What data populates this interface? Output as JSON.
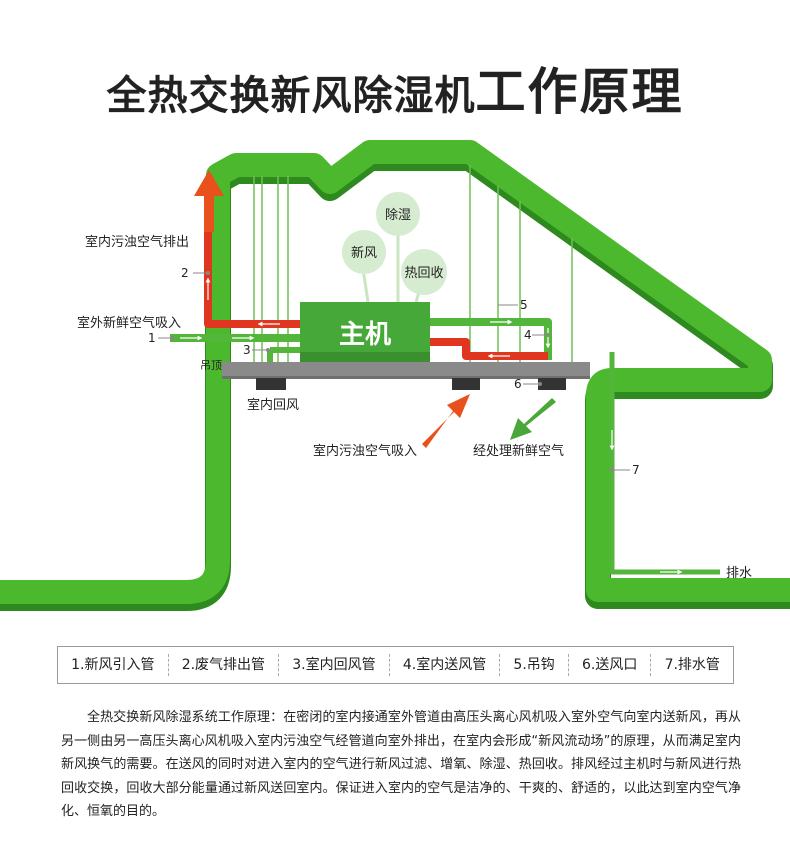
{
  "title": {
    "part1": "全热交换新风除湿机",
    "part2": "工作原理"
  },
  "colors": {
    "house_green": "#4cb82e",
    "house_dark": "#2e8a1f",
    "duct_green": "#53b53a",
    "duct_red": "#e0351e",
    "arrow_orange": "#e8501c",
    "arrow_green": "#4aa83a",
    "ceiling": "#8a8a8a"
  },
  "host": {
    "label": "主机"
  },
  "functions": {
    "dehumidify": "除湿",
    "fresh_air": "新风",
    "heat_recovery": "热回收"
  },
  "labels": {
    "indoor_exhaust": "室内污浊空气排出",
    "outdoor_intake": "室外新鲜空气吸入",
    "ceiling": "吊顶",
    "indoor_return": "室内回风",
    "indoor_dirty_intake": "室内污浊空气吸入",
    "treated_fresh_air": "经处理新鲜空气",
    "drain": "排水"
  },
  "markers": [
    "1",
    "2",
    "3",
    "4",
    "5",
    "6",
    "7"
  ],
  "legend": [
    "1.新风引入管",
    "2.废气排出管",
    "3.室内回风管",
    "4.室内送风管",
    "5.吊钩",
    "6.送风口",
    "7.排水管"
  ],
  "description": "全热交换新风除湿系统工作原理：在密闭的室内接通室外管道由高压头离心风机吸入室外空气向室内送新风，再从另一侧由另一高压头离心风机吸入室内污浊空气经管道向室外排出，在室内会形成“新风流动场”的原理，从而满足室内新风换气的需要。在送风的同时对进入室内的空气进行新风过滤、增氧、除湿、热回收。排风经过主机时与新风进行热回收交换，回收大部分能量通过新风送回室内。保证进入室内的空气是洁净的、干爽的、舒适的，以此达到室内空气净化、恒氧的目的。"
}
